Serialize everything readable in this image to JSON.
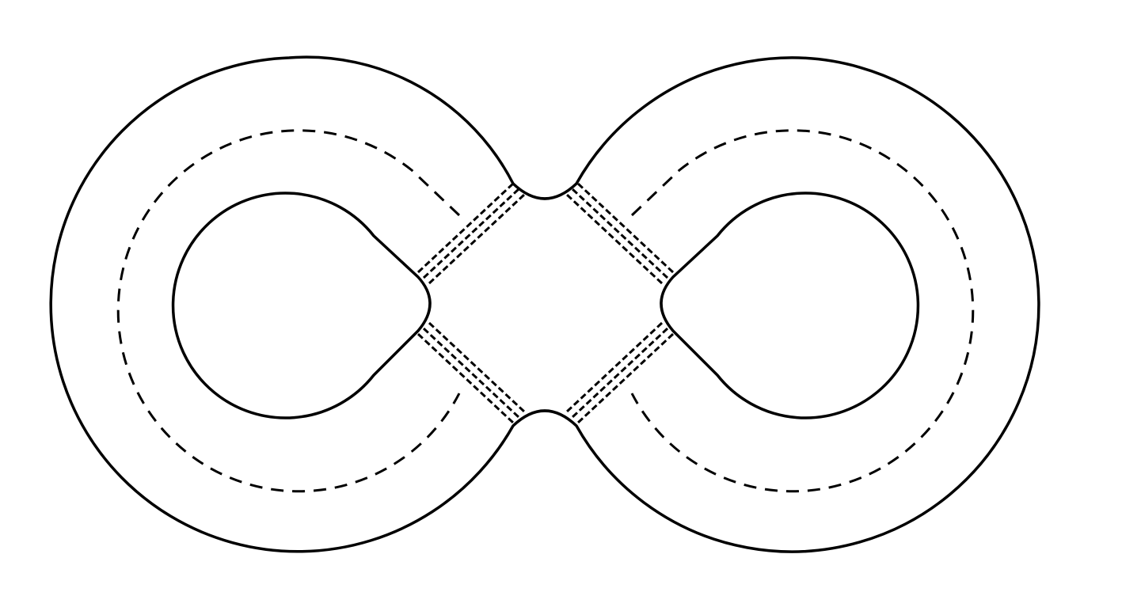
{
  "figure": {
    "kind": "figure-eight ribbon with crossing",
    "stroke_color": "#000000",
    "background_color": "#ffffff",
    "components": [
      "outer-boundary",
      "left-hole",
      "right-hole",
      "left-core-loop",
      "right-core-loop",
      "crossing-bands"
    ]
  }
}
